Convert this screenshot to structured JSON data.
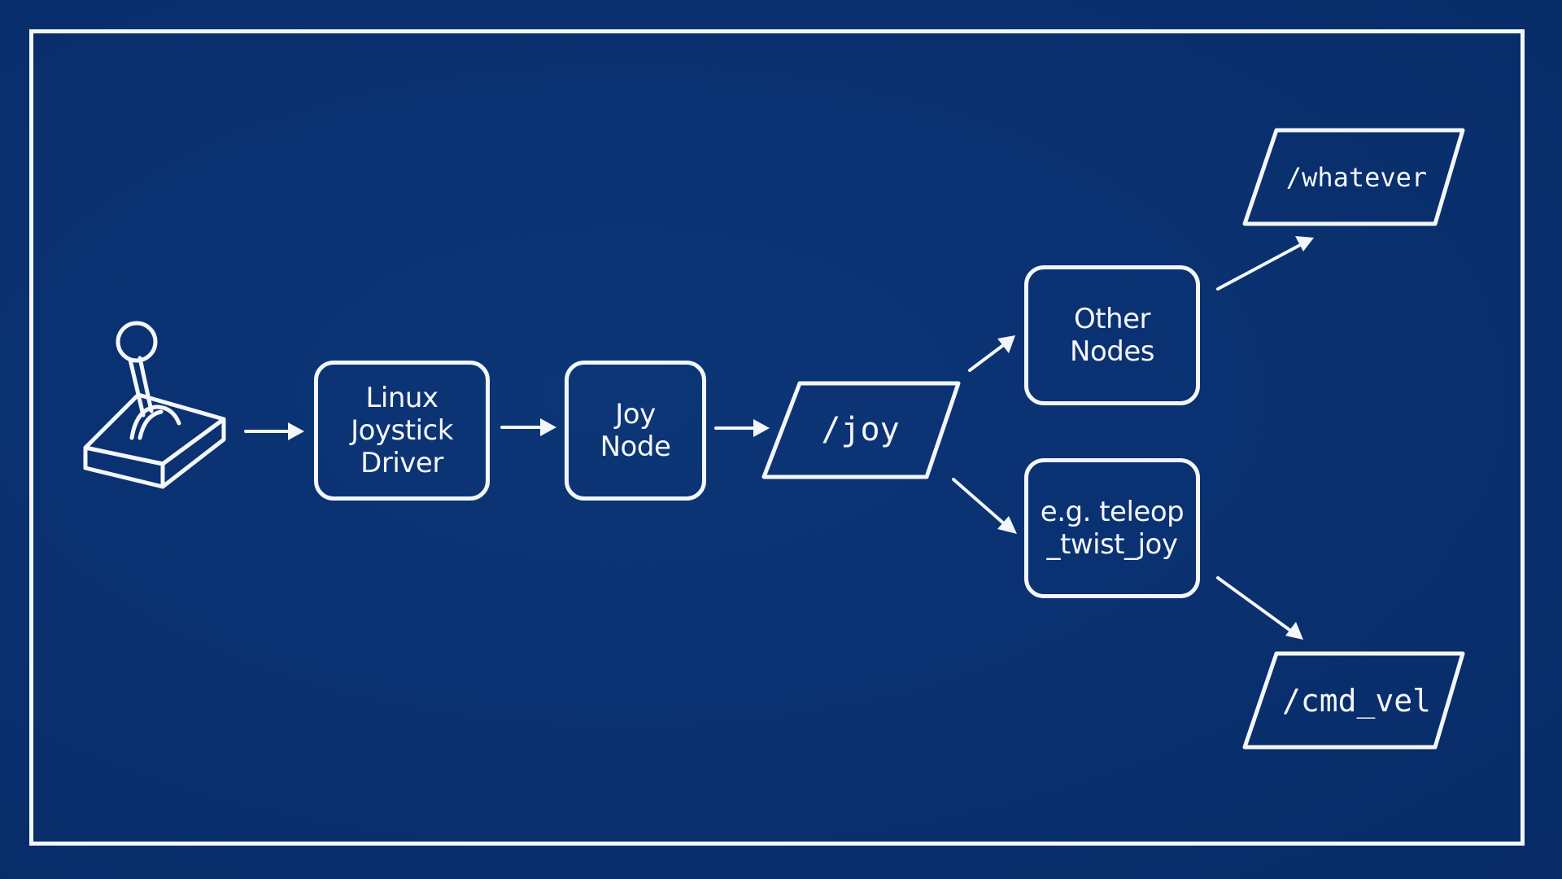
{
  "colors": {
    "background": "#0a3171",
    "line": "#f3f6fb"
  },
  "icons": {
    "joystick": "joystick-icon"
  },
  "nodes": {
    "linux_driver": "Linux\nJoystick\nDriver",
    "joy_node": "Joy\nNode",
    "other_nodes": "Other\nNodes",
    "teleop": "e.g. teleop\n_twist_joy"
  },
  "topics": {
    "joy": "/joy",
    "whatever": "/whatever",
    "cmd_vel": "/cmd_vel"
  },
  "edges": [
    {
      "from": "joystick",
      "to": "linux_driver"
    },
    {
      "from": "linux_driver",
      "to": "joy_node"
    },
    {
      "from": "joy_node",
      "to": "joy"
    },
    {
      "from": "joy",
      "to": "other_nodes"
    },
    {
      "from": "joy",
      "to": "teleop"
    },
    {
      "from": "other_nodes",
      "to": "whatever"
    },
    {
      "from": "teleop",
      "to": "cmd_vel"
    }
  ]
}
